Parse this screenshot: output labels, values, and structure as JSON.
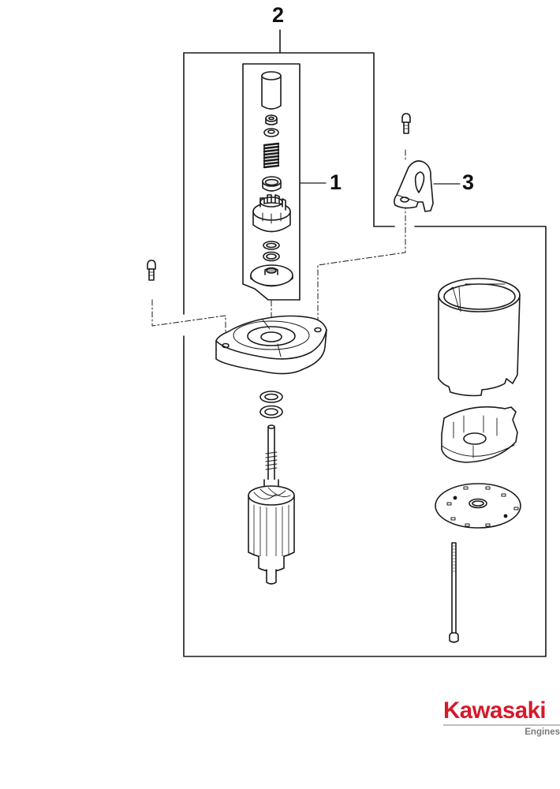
{
  "diagram": {
    "type": "exploded-parts-view",
    "subject": "electric starter motor assembly",
    "callouts": [
      {
        "id": "1",
        "label": "1",
        "refers_to": "pinion / drive kit (boxed group)"
      },
      {
        "id": "2",
        "label": "2",
        "refers_to": "starter motor assembly (outer frame)"
      },
      {
        "id": "3",
        "label": "3",
        "refers_to": "mounting bracket"
      }
    ],
    "parts": [
      "pinion-cap",
      "stop-collar",
      "retainer-washer",
      "return-spring",
      "spring-cup",
      "pinion-gear",
      "thrust-washer-a",
      "thrust-washer-b",
      "clutch-plate",
      "bracket-screw",
      "bracket",
      "frame-screw",
      "drive-end-cover",
      "shaft-washer-a",
      "shaft-washer-b",
      "armature",
      "yoke-housing",
      "brush-holder",
      "end-plate",
      "through-bolt"
    ]
  },
  "brand": {
    "name": "Kawasaki",
    "subtitle": "Engines",
    "color": "#d7182a",
    "subtitle_color": "#7b7b7b"
  }
}
